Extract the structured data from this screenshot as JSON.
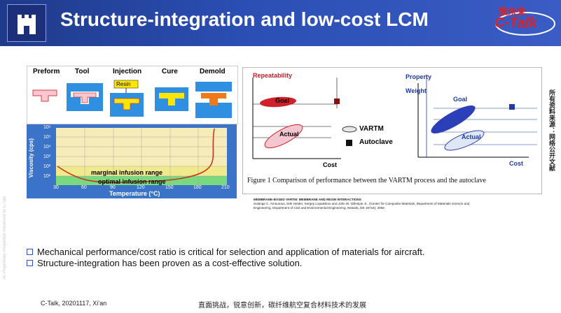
{
  "header": {
    "title": "Structure-integration and low-cost LCM",
    "brand_cn": "致未来",
    "brand_en": "C-Talk"
  },
  "process_figure": {
    "steps": [
      "Preform",
      "Tool",
      "Injection",
      "Cure",
      "Demold"
    ],
    "resin_label": "Resin"
  },
  "viscosity_figure": {
    "y_axis_label": "Viscosity (cps)",
    "x_axis_label": "Temperature (°C)",
    "x_ticks": [
      "30",
      "60",
      "90",
      "120",
      "150",
      "180",
      "210"
    ],
    "y_ticks": [
      "10⁶",
      "10⁵",
      "10⁴",
      "10³",
      "10²",
      "10¹"
    ],
    "band_marginal": "marginal infusion range",
    "band_optimal": "optimal infusion range"
  },
  "compare_figure": {
    "left": {
      "y_label": "Repeatability",
      "x_label": "Cost",
      "goal_label": "Goal",
      "actual_label": "Actual"
    },
    "right": {
      "y_label_1": "Property",
      "y_label_2": "Weight",
      "x_label": "Cost",
      "goal_label": "Goal",
      "actual_label": "Actual"
    },
    "legend": [
      "VARTM",
      "Autoclave"
    ],
    "caption": "Figure 1 Comparison of performance between the VARTM process and the autoclave"
  },
  "reference": {
    "line1": "MEMBRANE-BASED VARTM: MEMBRANE AND RESIN INTERACTIONS",
    "line2": "Solange C. Amouroux, Dirk Heider, Sergey Lopatnikov and John W. Gillespie Jr., (Center for Composite Materials, Department of Materials Science and",
    "line3": "Engineering, Department of Civil and Environmental Engineering, Newark, DE 19716),  2006"
  },
  "bullets": [
    "Mechanical performance/cost ratio is critical for selection and application of materials for aircraft.",
    "Structure-integration has been proven as a cost-effective solution."
  ],
  "footer": {
    "left": "C-Talk, 20201117, Xi’an",
    "center": "直面挑战，锐意创新，碳纤维航空复合材料技术的发展"
  },
  "side_text": "所有资料来源：网络公开文献",
  "watermark": "All Proprietary Properties Reserved to C-Talk",
  "colors": {
    "header_blue": "#2b4fb5",
    "accent_red": "#e02020",
    "bullet_blue": "#2b52c8",
    "chart_blue": "#3b73c9"
  }
}
